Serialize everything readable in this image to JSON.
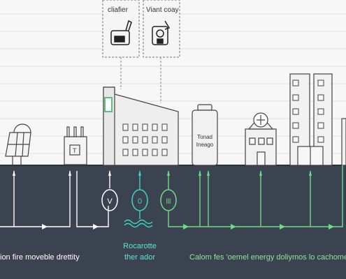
{
  "inset_boxes": [
    {
      "label": "cliafier",
      "icon": "cooker-icon"
    },
    {
      "label": "Viant coay",
      "icon": "appliance-icon"
    }
  ],
  "storage": {
    "label_line1": "Tonad",
    "label_line2": "Ineago"
  },
  "meters": [
    "V",
    "0",
    "lll"
  ],
  "captions": {
    "left": "ion fire moveble drettity",
    "mid_line1": "Rocarotte",
    "mid_line2": "ther ador",
    "right": "Calom fes 'oemel energy doliymos lo cachomes"
  },
  "colors": {
    "ground": "#3b4350",
    "grid_line": "#d8dcdf",
    "flow_white": "#ffffff",
    "flow_teal": "#3fd2c6",
    "flow_green": "#6fdc84",
    "sky": "#f6f7f6"
  }
}
